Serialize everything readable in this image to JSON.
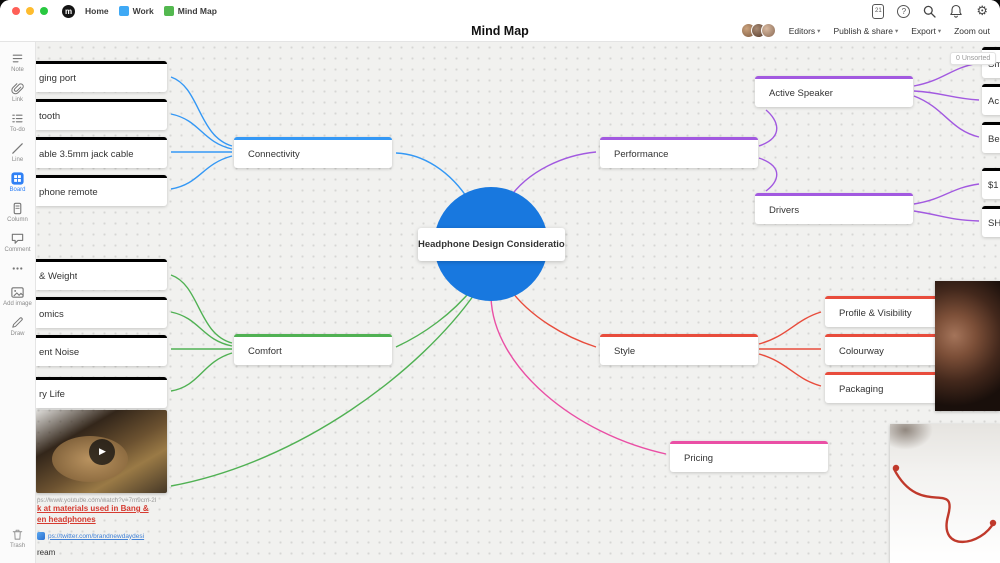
{
  "colors": {
    "blue": "#3498f5",
    "purple": "#a259e0",
    "green": "#50b153",
    "red": "#e84c3c",
    "pink": "#ea4fa5",
    "circle": "#1878df"
  },
  "topbar": {
    "breadcrumb_home": "Home",
    "breadcrumb_work": "Work",
    "breadcrumb_board": "Mind Map",
    "title": "Mind Map",
    "device_count": "21",
    "editors_label": "Editors",
    "publish_label": "Publish & share",
    "export_label": "Export",
    "zoom_label": "Zoom out"
  },
  "sidebar": {
    "tools": [
      {
        "label": "Note"
      },
      {
        "label": "Link"
      },
      {
        "label": "To-do"
      },
      {
        "label": "Line"
      },
      {
        "label": "Board"
      },
      {
        "label": "Column"
      },
      {
        "label": "Comment"
      },
      {
        "label": ""
      },
      {
        "label": "Add image"
      },
      {
        "label": "Draw"
      }
    ],
    "trash_label": "Trash"
  },
  "canvas": {
    "unsorted_badge": "0 Unsorted",
    "center_node": "Headphone Design Considerations",
    "topics": {
      "connectivity": "Connectivity",
      "performance": "Performance",
      "comfort": "Comfort",
      "style": "Style",
      "pricing": "Pricing"
    },
    "connectivity_children": [
      "ging port",
      "tooth",
      "able 3.5mm jack cable",
      "phone remote"
    ],
    "comfort_children": [
      "& Weight",
      "omics",
      "ent Noise",
      "ry Life"
    ],
    "performance_children": [
      "Active Speaker",
      "Drivers"
    ],
    "performance_grandchildren": [
      "Sm",
      "Ac",
      "Be",
      "$1",
      "SH"
    ],
    "style_children": [
      "Profile & Visibility",
      "Colourway",
      "Packaging"
    ],
    "links": {
      "youtube_url": "ps://www.youtube.com/watch?v=7m9cm-2I",
      "article_line1": "k at materials used in Bang &",
      "article_line2": "en headphones",
      "twitter_url": "ps://twitter.com/brandnewdaydesi",
      "note_fragment": "ream"
    }
  }
}
